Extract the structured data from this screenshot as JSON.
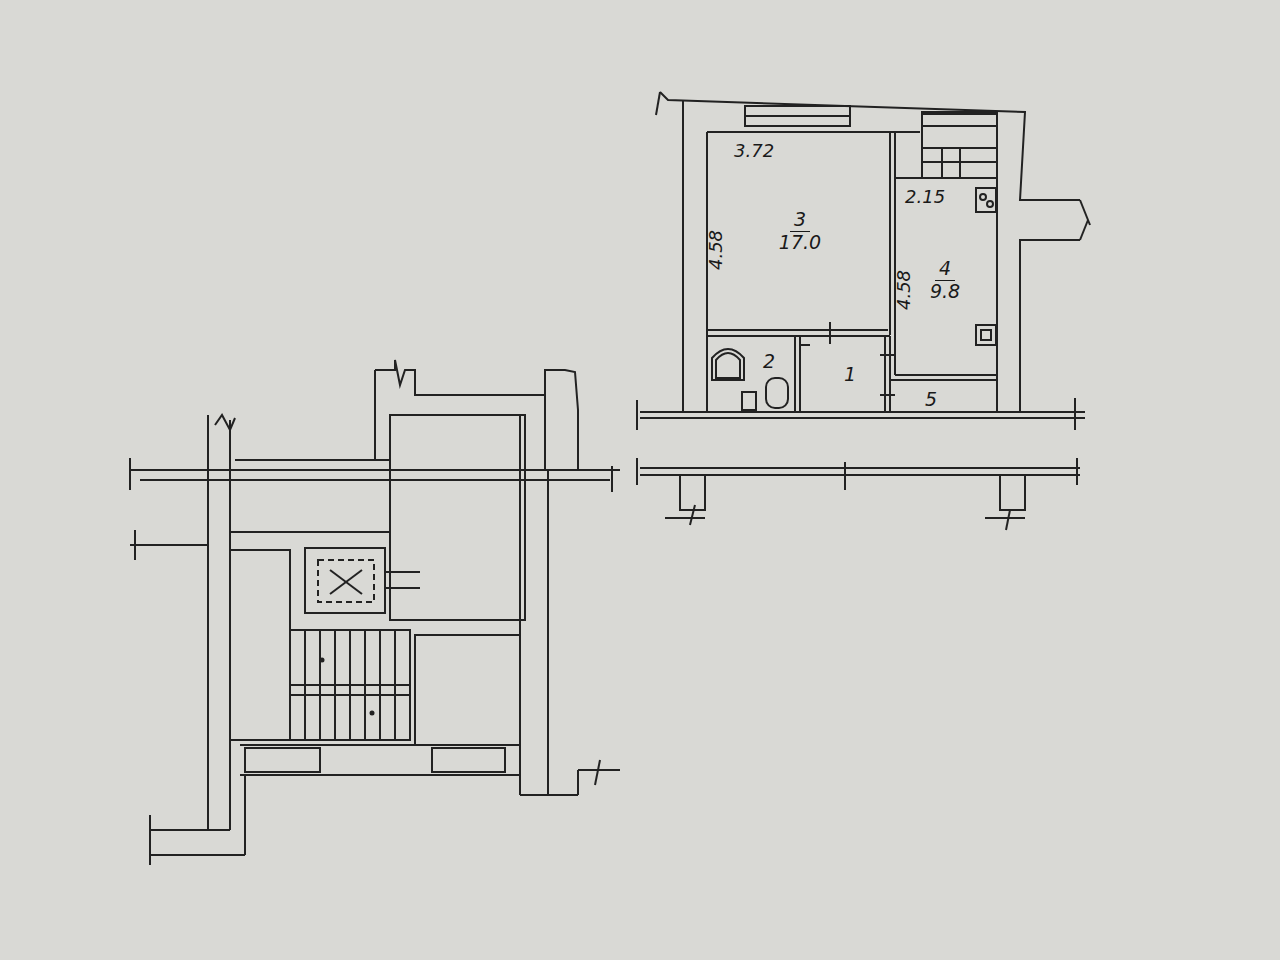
{
  "diagram": {
    "nodes": [
      {
        "text": [
          "3",
          "17.0"
        ]
      },
      {
        "text": [
          "4",
          "9.8"
        ]
      },
      {
        "text": [
          "2"
        ]
      },
      {
        "text": [
          "1"
        ]
      },
      {
        "text": [
          "5"
        ]
      }
    ],
    "labels": [
      "3.72",
      "4.58",
      "2.15",
      "4.58"
    ]
  }
}
